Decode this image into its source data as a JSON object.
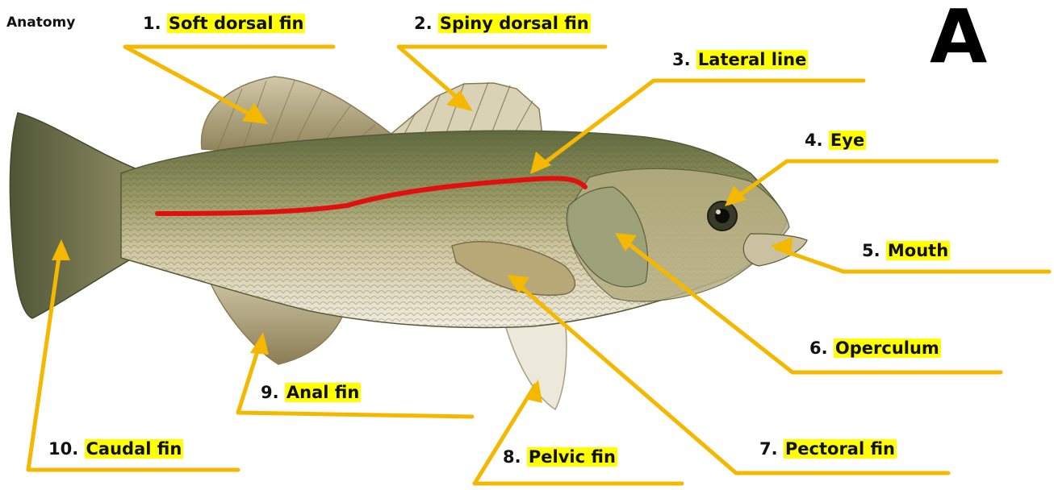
{
  "title": "Anatomy",
  "panel_letter": "A",
  "colors": {
    "leader": "#f5b800",
    "lateral_line": "#e01010",
    "highlight": "#ffff00"
  },
  "labels": [
    {
      "num": "1.",
      "text": "Soft dorsal fin"
    },
    {
      "num": "2.",
      "text": "Spiny dorsal fin"
    },
    {
      "num": "3.",
      "text": "Lateral line"
    },
    {
      "num": "4.",
      "text": "Eye"
    },
    {
      "num": "5.",
      "text": "Mouth"
    },
    {
      "num": "6.",
      "text": "Operculum"
    },
    {
      "num": "7.",
      "text": "Pectoral fin"
    },
    {
      "num": "8.",
      "text": "Pelvic fin"
    },
    {
      "num": "9.",
      "text": "Anal fin"
    },
    {
      "num": "10.",
      "text": "Caudal fin"
    }
  ]
}
